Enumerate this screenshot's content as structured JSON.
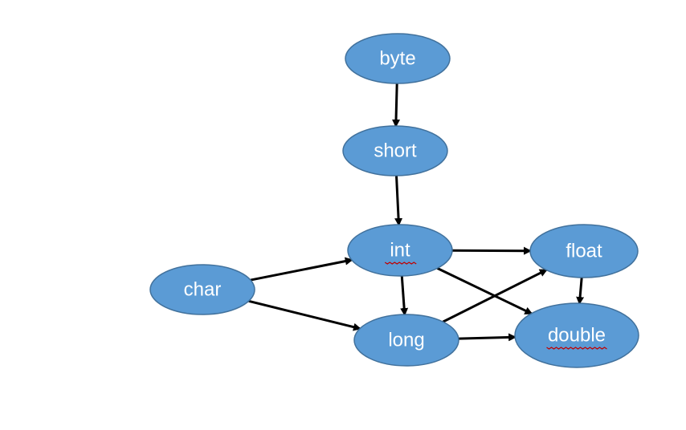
{
  "diagram": {
    "colors": {
      "node_fill": "#5b9bd5",
      "node_border": "#41719c",
      "label": "#ffffff",
      "edge": "#000000",
      "spellcheck_underline": "#c00000"
    },
    "nodes": [
      {
        "id": "byte",
        "label": "byte"
      },
      {
        "id": "short",
        "label": "short"
      },
      {
        "id": "int",
        "label": "int",
        "spellcheck_underline": true
      },
      {
        "id": "char",
        "label": "char"
      },
      {
        "id": "long",
        "label": "long"
      },
      {
        "id": "float",
        "label": "float"
      },
      {
        "id": "double",
        "label": "double",
        "spellcheck_underline": true
      }
    ],
    "edges": [
      {
        "from": "byte",
        "to": "short"
      },
      {
        "from": "short",
        "to": "int"
      },
      {
        "from": "char",
        "to": "int"
      },
      {
        "from": "char",
        "to": "long"
      },
      {
        "from": "int",
        "to": "long"
      },
      {
        "from": "int",
        "to": "float"
      },
      {
        "from": "int",
        "to": "double"
      },
      {
        "from": "long",
        "to": "float"
      },
      {
        "from": "long",
        "to": "double"
      },
      {
        "from": "float",
        "to": "double"
      }
    ]
  }
}
